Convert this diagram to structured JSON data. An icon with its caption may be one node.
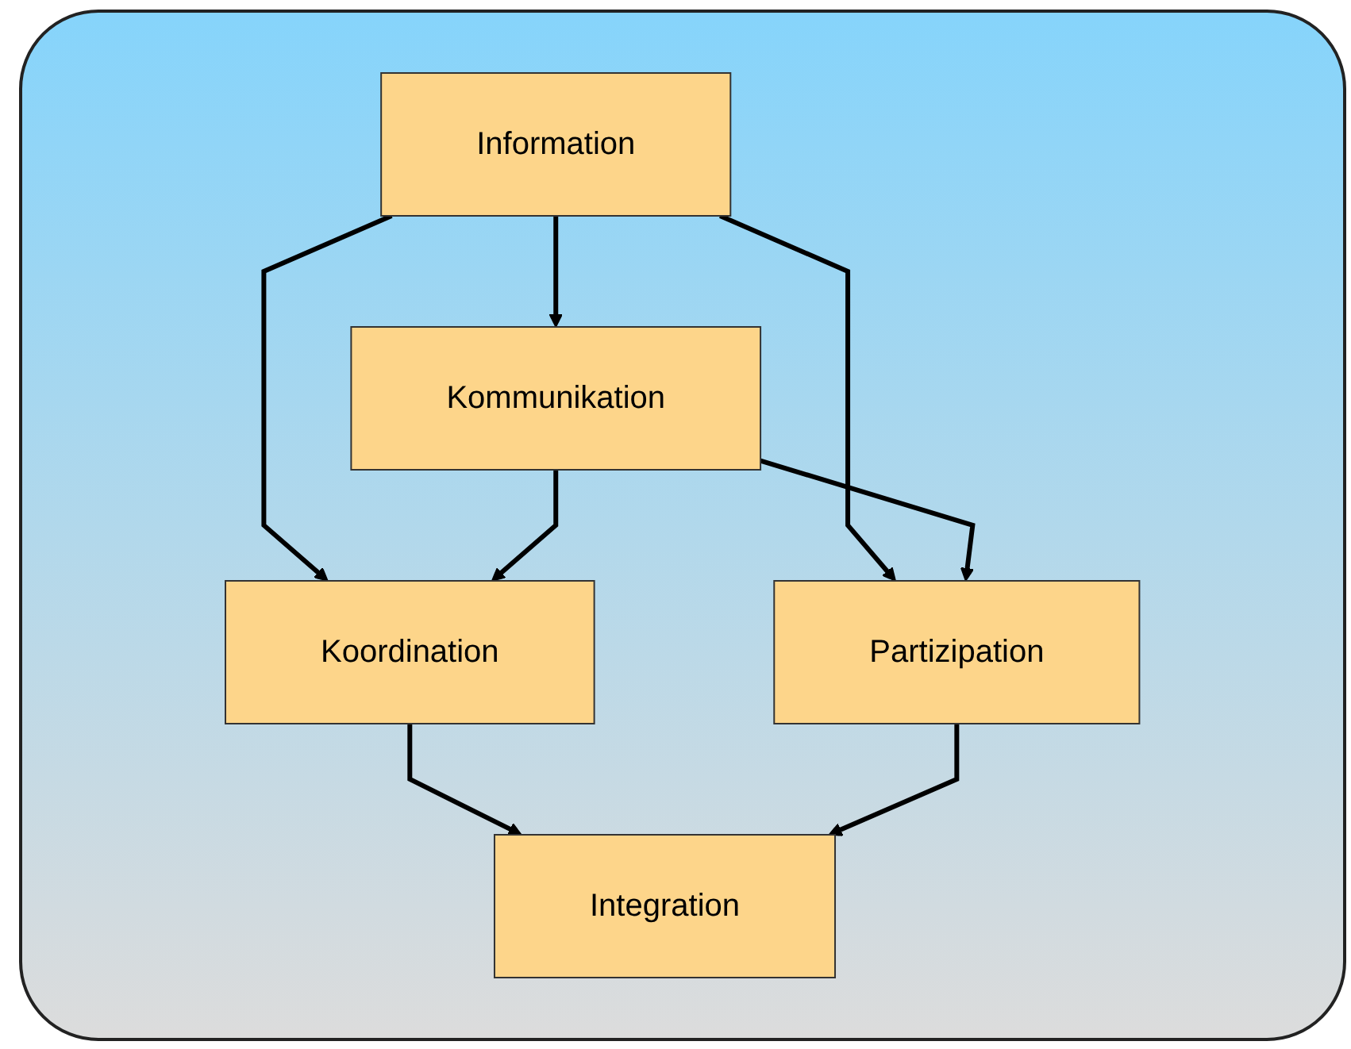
{
  "diagram": {
    "nodes": [
      {
        "text": [
          "Information"
        ]
      },
      {
        "text": [
          "Kommunikation"
        ]
      },
      {
        "text": [
          "Koordination"
        ]
      },
      {
        "text": [
          "Partizipation"
        ]
      },
      {
        "text": [
          "Integration"
        ]
      }
    ],
    "edges": [
      {
        "from": 0,
        "to": 1,
        "arrow": "to"
      },
      {
        "from": 0,
        "to": 2,
        "arrow": "to"
      },
      {
        "from": 0,
        "to": 3,
        "arrow": "to"
      },
      {
        "from": 1,
        "to": 2,
        "arrow": "to"
      },
      {
        "from": 1,
        "to": 3,
        "arrow": "to"
      },
      {
        "from": 2,
        "to": 4,
        "arrow": "to"
      },
      {
        "from": 3,
        "to": 4,
        "arrow": "to"
      }
    ]
  }
}
